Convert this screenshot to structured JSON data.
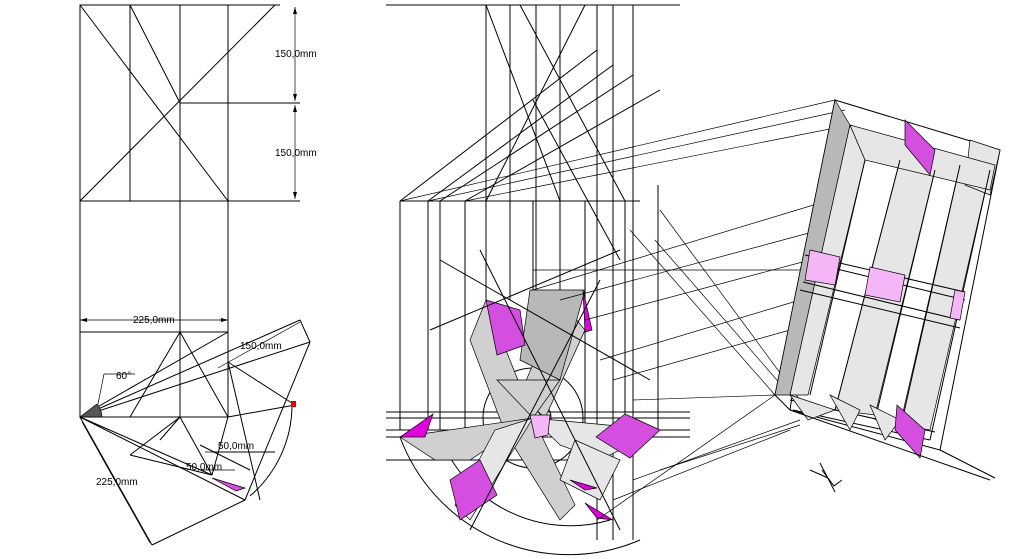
{
  "labels": {
    "dim_top_upper": "150,0mm",
    "dim_top_lower": "150,0mm",
    "dim_width": "225,0mm",
    "dim_angle": "60°",
    "dim_side": "150,0mm",
    "dim_small_a": "50,0mm",
    "dim_small_b": "50,0mm",
    "dim_diag": "225,0mm"
  },
  "colors": {
    "magenta": "#d44ee0",
    "light_magenta": "#f5b6f7",
    "gray": "#d0d0d0"
  }
}
